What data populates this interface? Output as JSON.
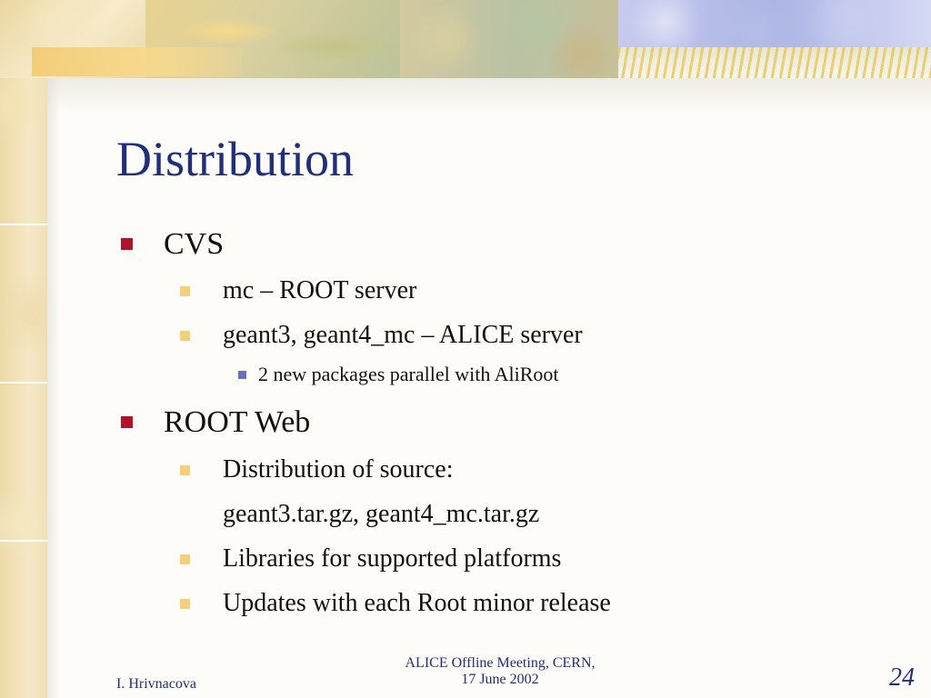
{
  "slide": {
    "title": "Distribution",
    "bullets": [
      {
        "level": 1,
        "text": "CVS"
      },
      {
        "level": 2,
        "text": "mc – ROOT server"
      },
      {
        "level": 2,
        "text": "geant3, geant4_mc – ALICE server"
      },
      {
        "level": 3,
        "text": "2 new packages parallel with AliRoot"
      },
      {
        "level": 1,
        "text": "ROOT Web"
      },
      {
        "level": 2,
        "text": "Distribution of source:"
      },
      {
        "level": 2,
        "text": "geant3.tar.gz, geant4_mc.tar.gz",
        "continuation": true
      },
      {
        "level": 2,
        "text": "Libraries for supported platforms"
      },
      {
        "level": 2,
        "text": "Updates with each Root minor release"
      }
    ],
    "footer": {
      "author": "I. Hrivnacova",
      "meeting_line1": "ALICE Offline Meeting, CERN,",
      "meeting_line2": "17 June 2002",
      "page_number": "24"
    }
  },
  "colors": {
    "title": "#1f2f7a",
    "bullet_level1": "#b2122b",
    "bullet_level2": "#f4cf7a",
    "bullet_level3": "#6a6fc0",
    "body_text": "#111111"
  }
}
